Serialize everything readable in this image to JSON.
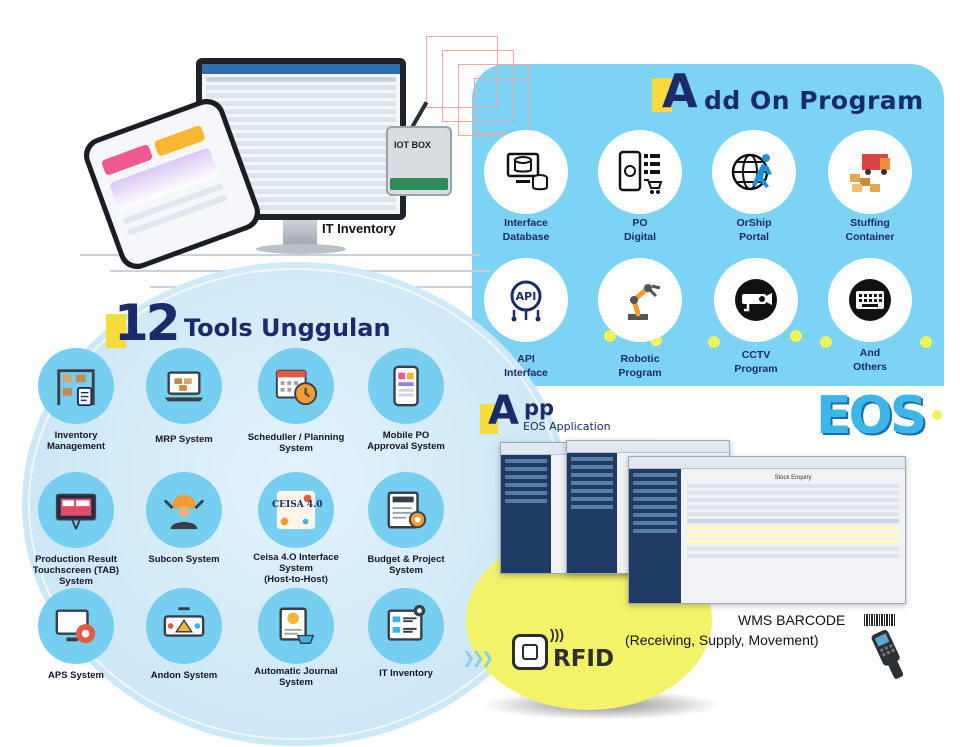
{
  "it_inventory": {
    "caption": "IT Inventory",
    "router_label": "IOT BOX"
  },
  "addon": {
    "title_initial": "A",
    "title_rest": "dd On Program",
    "items": [
      {
        "label": "Interface\nDatabase",
        "icon": "database-icon"
      },
      {
        "label": "PO\nDigital",
        "icon": "phone-list-icon"
      },
      {
        "label": "OrShip\nPortal",
        "icon": "globe-person-icon"
      },
      {
        "label": "Stuffing\nContainer",
        "icon": "truck-boxes-icon"
      },
      {
        "label": "API\nInterface",
        "icon": "api-icon"
      },
      {
        "label": "Robotic\nProgram",
        "icon": "robot-arm-icon"
      },
      {
        "label": "CCTV\nProgram",
        "icon": "cctv-icon"
      },
      {
        "label": "And\nOthers",
        "icon": "keyboard-icon"
      }
    ]
  },
  "tools": {
    "number": "12",
    "title": "Tools Unggulan",
    "items": [
      {
        "label": "Inventory\nManagement",
        "icon": "warehouse-icon"
      },
      {
        "label": "MRP System",
        "icon": "laptop-boxes-icon"
      },
      {
        "label": "Scheduller / Planning\nSystem",
        "icon": "calendar-clock-icon"
      },
      {
        "label": "Mobile PO\nApproval System",
        "icon": "mobile-app-icon"
      },
      {
        "label": "Production Result\nTouchscreen (TAB)\nSystem",
        "icon": "touchscreen-icon"
      },
      {
        "label": "Subcon System",
        "icon": "worker-icon"
      },
      {
        "label": "Ceisa 4.O Interface\nSystem\n(Host-to-Host)",
        "icon": "ceisa-icon"
      },
      {
        "label": "Budget & Project\nSystem",
        "icon": "project-board-icon"
      },
      {
        "label": "APS System",
        "icon": "monitor-gear-icon"
      },
      {
        "label": "Andon System",
        "icon": "andon-icon"
      },
      {
        "label": "Automatic Journal\nSystem",
        "icon": "journal-cart-icon"
      },
      {
        "label": "IT Inventory",
        "icon": "it-board-icon"
      }
    ],
    "ceisa_logo_text": "CEISA 4.0"
  },
  "app": {
    "title_initial": "A",
    "title_rest": "pp",
    "subtitle": "EOS Application",
    "window_title": "Stock Enquiry"
  },
  "eos_logo": "EOS",
  "wms": {
    "title": "WMS BARCODE",
    "subtitle": "(Receiving, Supply, Movement)"
  },
  "rfid": {
    "label": "RFID"
  },
  "colors": {
    "blue_panel": "#7dd3f3",
    "navy": "#1b2a6b",
    "accent_yellow": "#f5dc3c",
    "blob_yellow": "#f3f36a"
  }
}
